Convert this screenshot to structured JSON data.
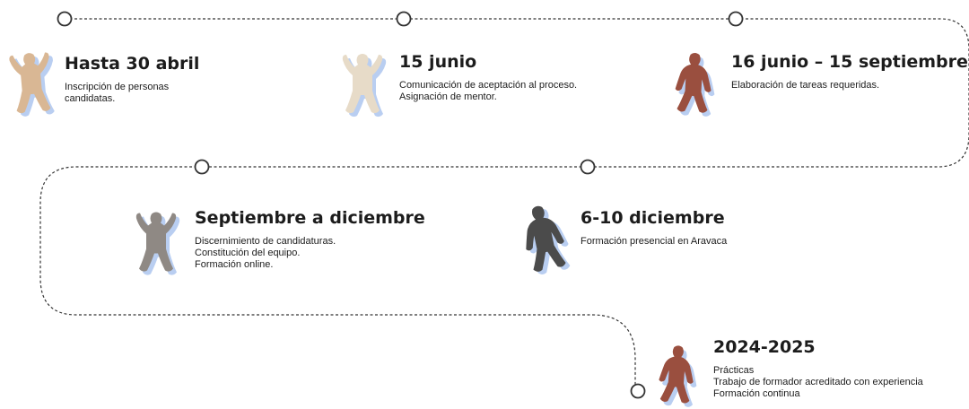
{
  "colors": {
    "path": "#333333",
    "shadow": "#a8c2ee",
    "figure_light_wood": "#d9b794",
    "figure_pale": "#e7dbc8",
    "figure_red": "#9a4f3f",
    "figure_grey": "#8f8984",
    "figure_dark": "#4b4b4b"
  },
  "timeline": {
    "steps": [
      {
        "date": "Hasta 30 abril",
        "icon": "figure-icon",
        "lines": [
          "Inscripción de personas",
          "candidatas."
        ]
      },
      {
        "date": "15 junio",
        "icon": "figure-icon",
        "lines": [
          "Comunicación de aceptación al proceso.",
          "Asignación de mentor."
        ]
      },
      {
        "date": "16 junio – 15 septiembre",
        "icon": "figure-icon",
        "lines": [
          "Elaboración de tareas requeridas."
        ]
      },
      {
        "date": "Septiembre a diciembre",
        "icon": "figure-icon",
        "lines": [
          "Discernimiento de candidaturas.",
          "Constitución del equipo.",
          "Formación online."
        ]
      },
      {
        "date": "6-10 diciembre",
        "icon": "figure-icon",
        "lines": [
          "Formación presencial en Aravaca"
        ]
      },
      {
        "date": "2024-2025",
        "icon": "figure-icon",
        "lines": [
          "Prácticas",
          "Trabajo de formador acreditado con experiencia",
          "Formación continua"
        ]
      }
    ]
  }
}
